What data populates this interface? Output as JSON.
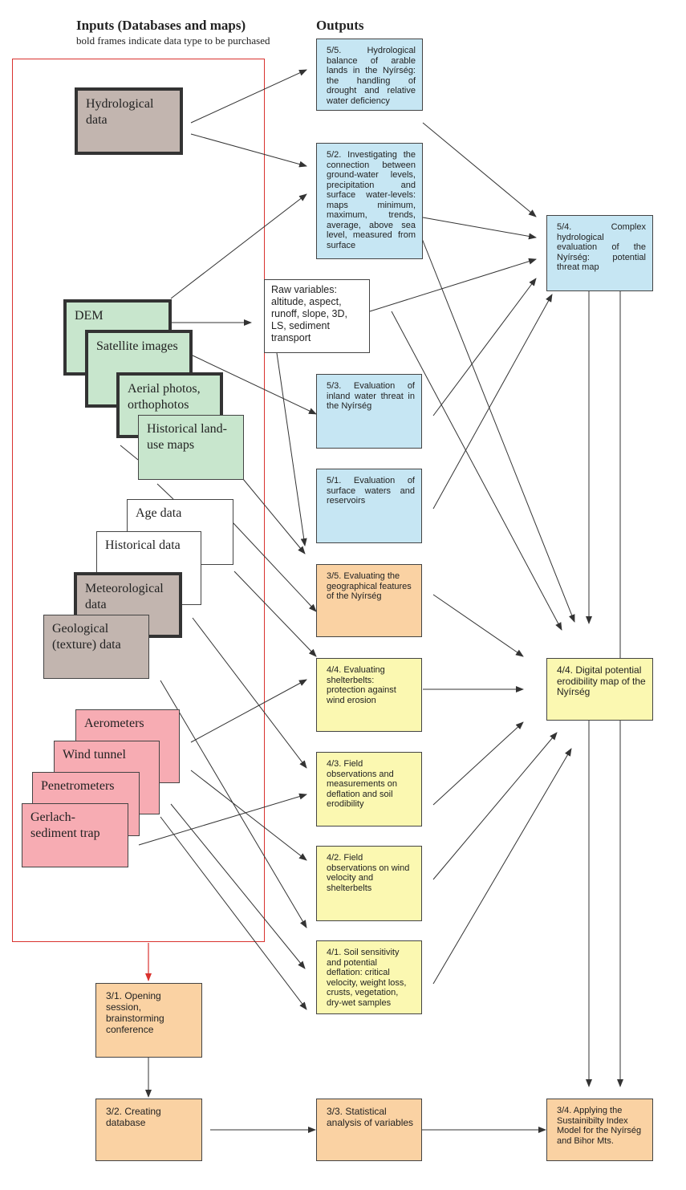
{
  "headers": {
    "inputs_title": "Inputs (Databases and maps)",
    "inputs_subtitle": "bold frames indicate data type to be purchased",
    "outputs_title": "Outputs"
  },
  "inputs": {
    "hydrological": "Hydrological data",
    "dem": "DEM",
    "satellite": "Satellite images",
    "aerial": "Aerial photos, orthophotos",
    "historical_maps": "Historical land-use maps",
    "age": "Age data",
    "historical_data": "Historical data",
    "meteorological": "Meteorological data",
    "geological": "Geological (texture) data",
    "aerometers": "Aerometers",
    "wind_tunnel": "Wind tunnel",
    "penetrometers": "Penetrometers",
    "gerlach": "Gerlach- sediment trap"
  },
  "raw_variables": "Raw variables: altitude, aspect, runoff, slope, 3D, LS, sediment transport",
  "outputs": {
    "o55": "5/5. Hydrological balance of arable lands in the Nyírség: the handling of drought and relative water deficiency",
    "o52": "5/2. Investigating the connection between ground-water levels, precipitation and surface water-levels: maps minimum, maximum, trends, average, above sea level, measured from surface",
    "o53": "5/3. Evaluation of inland water threat in the Nyírség",
    "o51": "5/1. Evaluation of surface waters and reservoirs",
    "o35": "3/5. Evaluating the geographical features of the Nyírség",
    "o44": "4/4. Evaluating shelterbelts: protection against wind erosion",
    "o43": "4/3. Field observations and measurements on deflation and soil erodibility",
    "o42": "4/2. Field observations on wind velocity and shelterbelts",
    "o41": "4/1. Soil sensitivity and potential deflation: critical velocity, weight loss, crusts, vegetation, dry-wet samples",
    "o54": "5/4. Complex hydrological evaluation of the Nyírség: potential threat map",
    "o44map": "4/4. Digital potential erodibility map of the Nyírség",
    "o31": "3/1. Opening session, brainstorming conference",
    "o32": "3/2. Creating database",
    "o33": "3/3. Statistical analysis of variables",
    "o34": "3/4. Applying the Sustainibilty Index Model for the Nyírség and Bihor Mts."
  },
  "colors": {
    "blue": "#c6e6f3",
    "orange": "#fad2a3",
    "yellow": "#fbf8b1",
    "green": "#c8e6cd",
    "grey": "#c2b5af",
    "pink": "#f7acb3",
    "red_frame": "#d9322e"
  }
}
